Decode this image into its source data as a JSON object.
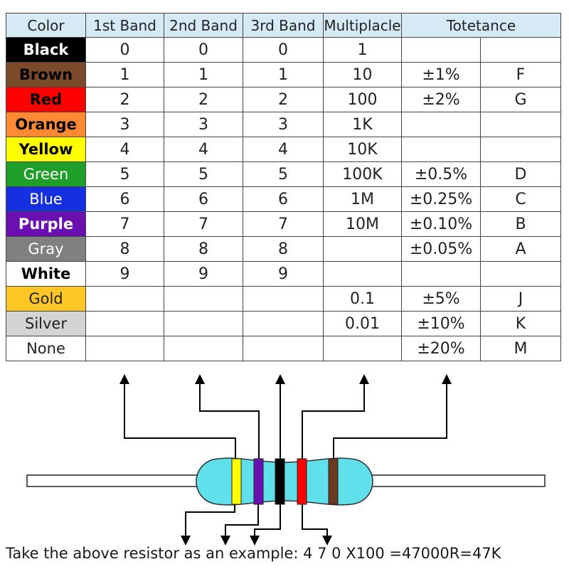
{
  "table": {
    "headers": {
      "color": "Color",
      "band1": "1st Band",
      "band2": "2nd Band",
      "band3": "3rd Band",
      "multiplier": "Multiplacle",
      "tolerance": "Totetance"
    },
    "rows": [
      {
        "color": "Black",
        "bg": "#000000",
        "fg": "#ffffff",
        "bold": true,
        "b1": "0",
        "b2": "0",
        "b3": "0",
        "mult": "1",
        "tol": "",
        "code": ""
      },
      {
        "color": "Brown",
        "bg": "#7b4a2a",
        "fg": "#000000",
        "bold": true,
        "b1": "1",
        "b2": "1",
        "b3": "1",
        "mult": "10",
        "tol": "±1%",
        "code": "F"
      },
      {
        "color": "Red",
        "bg": "#ff0000",
        "fg": "#000000",
        "bold": true,
        "b1": "2",
        "b2": "2",
        "b3": "2",
        "mult": "100",
        "tol": "±2%",
        "code": "G"
      },
      {
        "color": "Orange",
        "bg": "#ff8a33",
        "fg": "#000000",
        "bold": true,
        "b1": "3",
        "b2": "3",
        "b3": "3",
        "mult": "1K",
        "tol": "",
        "code": ""
      },
      {
        "color": "Yellow",
        "bg": "#ffff00",
        "fg": "#000000",
        "bold": true,
        "b1": "4",
        "b2": "4",
        "b3": "4",
        "mult": "10K",
        "tol": "",
        "code": ""
      },
      {
        "color": "Green",
        "bg": "#1f9e2a",
        "fg": "#ffffff",
        "bold": false,
        "b1": "5",
        "b2": "5",
        "b3": "5",
        "mult": "100K",
        "tol": "±0.5%",
        "code": "D"
      },
      {
        "color": "Blue",
        "bg": "#1530e0",
        "fg": "#ffffff",
        "bold": false,
        "b1": "6",
        "b2": "6",
        "b3": "6",
        "mult": "1M",
        "tol": "±0.25%",
        "code": "C"
      },
      {
        "color": "Purple",
        "bg": "#6a0fb0",
        "fg": "#ffffff",
        "bold": true,
        "b1": "7",
        "b2": "7",
        "b3": "7",
        "mult": "10M",
        "tol": "±0.10%",
        "code": "B"
      },
      {
        "color": "Gray",
        "bg": "#808080",
        "fg": "#ffffff",
        "bold": false,
        "b1": "8",
        "b2": "8",
        "b3": "8",
        "mult": "",
        "tol": "±0.05%",
        "code": "A"
      },
      {
        "color": "White",
        "bg": "#ffffff",
        "fg": "#000000",
        "bold": true,
        "b1": "9",
        "b2": "9",
        "b3": "9",
        "mult": "",
        "tol": "",
        "code": ""
      },
      {
        "color": "Gold",
        "bg": "#ffc726",
        "fg": "#222222",
        "bold": false,
        "b1": "",
        "b2": "",
        "b3": "",
        "mult": "0.1",
        "tol": "±5%",
        "code": "J"
      },
      {
        "color": "Silver",
        "bg": "#d4d4d4",
        "fg": "#222222",
        "bold": false,
        "b1": "",
        "b2": "",
        "b3": "",
        "mult": "0.01",
        "tol": "±10%",
        "code": "K"
      },
      {
        "color": "None",
        "bg": "#ffffff",
        "fg": "#222222",
        "bold": false,
        "b1": "",
        "b2": "",
        "b3": "",
        "mult": "",
        "tol": "±20%",
        "code": "M"
      }
    ]
  },
  "resistor": {
    "body_color": "#5fe0ea",
    "bands": [
      "yellow",
      "purple",
      "black",
      "red",
      "brown"
    ],
    "band_colors": [
      "#ffff00",
      "#6a0fb0",
      "#000000",
      "#ff0000",
      "#6b3a1e"
    ]
  },
  "caption": "Take the above resistor as an example: 4 7 0 X100 =47000R=47K"
}
